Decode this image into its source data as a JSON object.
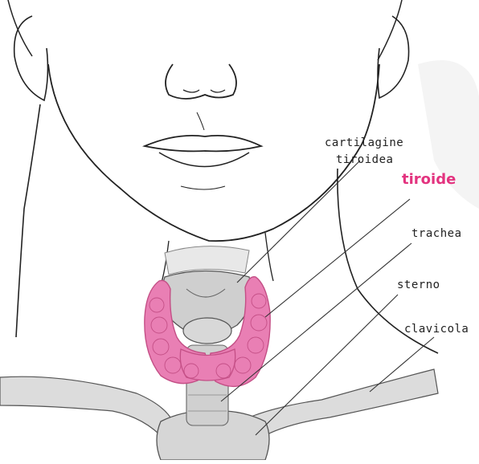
{
  "labels": {
    "cartilage_line1": "cartilagine",
    "cartilage_line2": "tiroidea",
    "thyroid": "tiroide",
    "trachea": "trachea",
    "sternum": "sterno",
    "clavicle": "clavicola"
  },
  "colors": {
    "thyroid": "#e97fb4",
    "thyroid_outline": "#c44f86",
    "thyroid_label": "#e3337f",
    "bone": "#d9d9d9",
    "ink": "#222222"
  }
}
